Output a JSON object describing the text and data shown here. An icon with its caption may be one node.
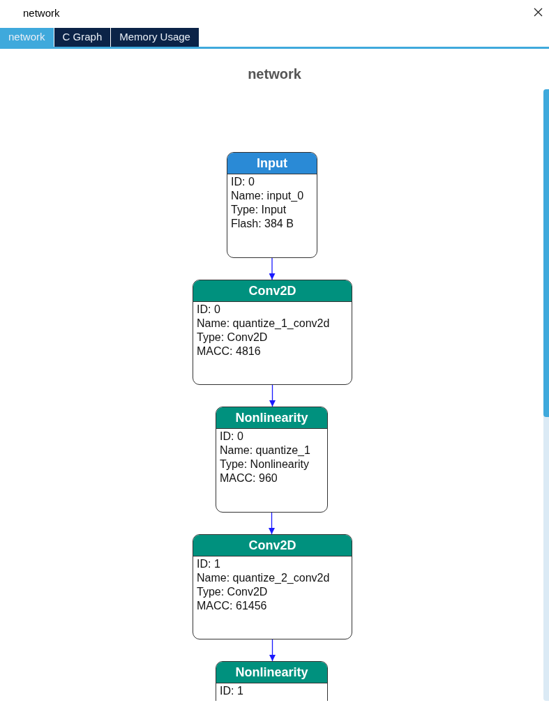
{
  "diagram": {
    "title": "network",
    "nodes": [
      {
        "text": [
          "Input",
          "ID: 0",
          "Name: input_0",
          "Type: Input",
          "Flash: 384 B"
        ]
      },
      {
        "text": [
          "Conv2D",
          "ID: 0",
          "Name: quantize_1_conv2d",
          "Type: Conv2D",
          "MACC: 4816"
        ]
      },
      {
        "text": [
          "Nonlinearity",
          "ID: 0",
          "Name: quantize_1",
          "Type: Nonlinearity",
          "MACC: 960"
        ]
      },
      {
        "text": [
          "Conv2D",
          "ID: 1",
          "Name: quantize_2_conv2d",
          "Type: Conv2D",
          "MACC: 61456"
        ]
      },
      {
        "text": [
          "Nonlinearity",
          "ID: 1"
        ]
      }
    ],
    "edges": [
      {
        "from": 0,
        "to": 1,
        "arrow": "to"
      },
      {
        "from": 1,
        "to": 2,
        "arrow": "to"
      },
      {
        "from": 2,
        "to": 3,
        "arrow": "to"
      },
      {
        "from": 3,
        "to": 4,
        "arrow": "to"
      }
    ],
    "labels": [
      "network",
      "network",
      "C Graph",
      "Memory Usage"
    ]
  }
}
